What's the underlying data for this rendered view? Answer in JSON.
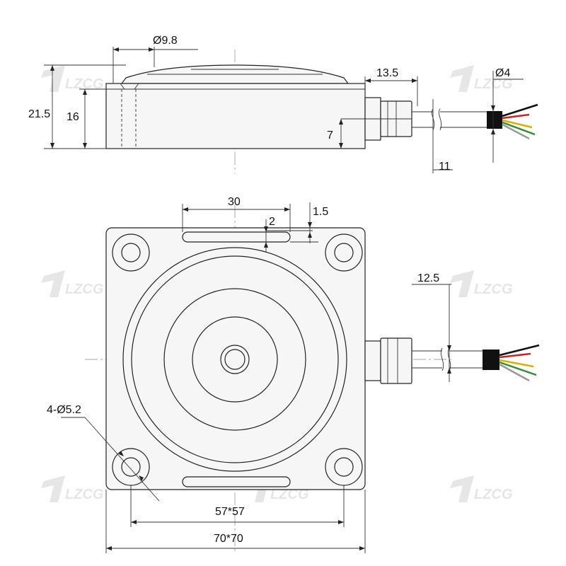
{
  "watermark": {
    "text": "LZCG"
  },
  "side_view": {
    "dims": {
      "button_diameter": "Ø9.8",
      "total_height": "21.5",
      "body_height": "16",
      "connector_length": "13.5",
      "cable_diameter": "Ø4",
      "connector_offset": "7",
      "cable_height": "11"
    }
  },
  "top_view": {
    "dims": {
      "slot_length": "30",
      "slot_width": "2",
      "slot_edge": "1.5",
      "cable_offset": "12.5",
      "holes": "4-Ø5.2",
      "hole_spacing": "57*57",
      "body_size": "70*70"
    }
  },
  "colors": {
    "wire_red": "#cc2222",
    "wire_green": "#2f8f2f",
    "wire_yellow": "#d9b000",
    "wire_black": "#111111",
    "wire_sheath": "#111111"
  }
}
